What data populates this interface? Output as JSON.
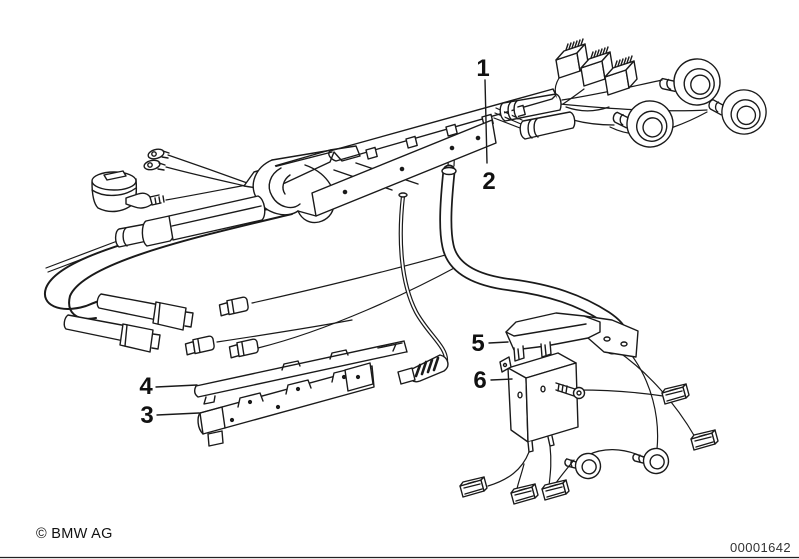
{
  "diagram": {
    "type": "exploded-parts-line-drawing",
    "line_color": "#1a1a1a",
    "background": "#ffffff",
    "callouts": [
      {
        "label": "1"
      },
      {
        "label": "2"
      },
      {
        "label": "3"
      },
      {
        "label": "4"
      },
      {
        "label": "5"
      },
      {
        "label": "6"
      }
    ],
    "copyright": "© BMW AG",
    "drawing_number": "00001642"
  }
}
